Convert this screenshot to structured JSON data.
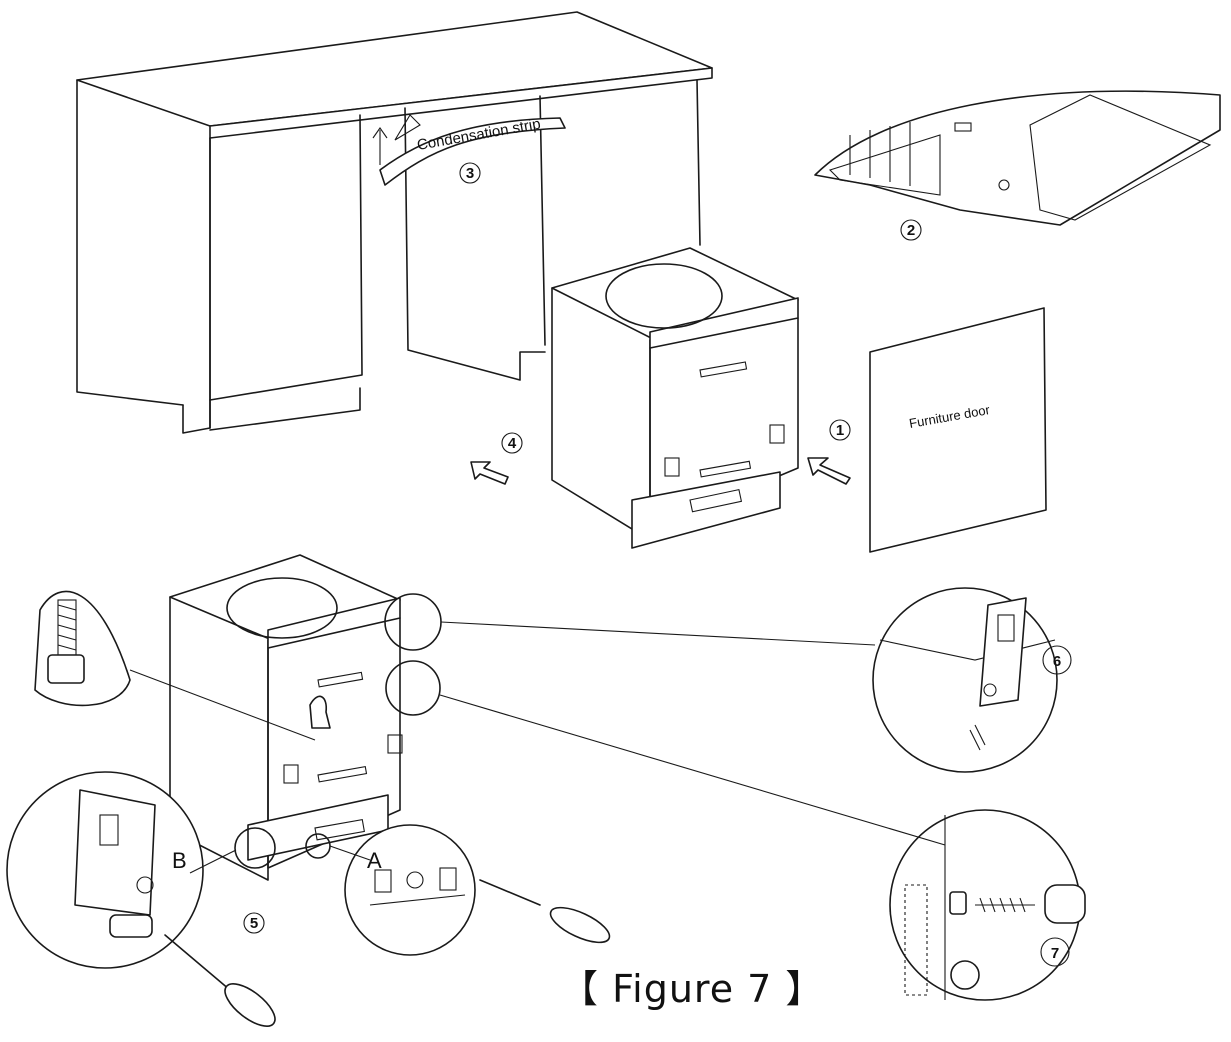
{
  "labels": {
    "condensation_strip": "Condensation strip",
    "furniture_door": "Furniture door",
    "letter_a": "A",
    "letter_b": "B"
  },
  "steps": [
    "1",
    "2",
    "3",
    "4",
    "5",
    "6",
    "7"
  ],
  "caption": "【 Figure 7 】"
}
